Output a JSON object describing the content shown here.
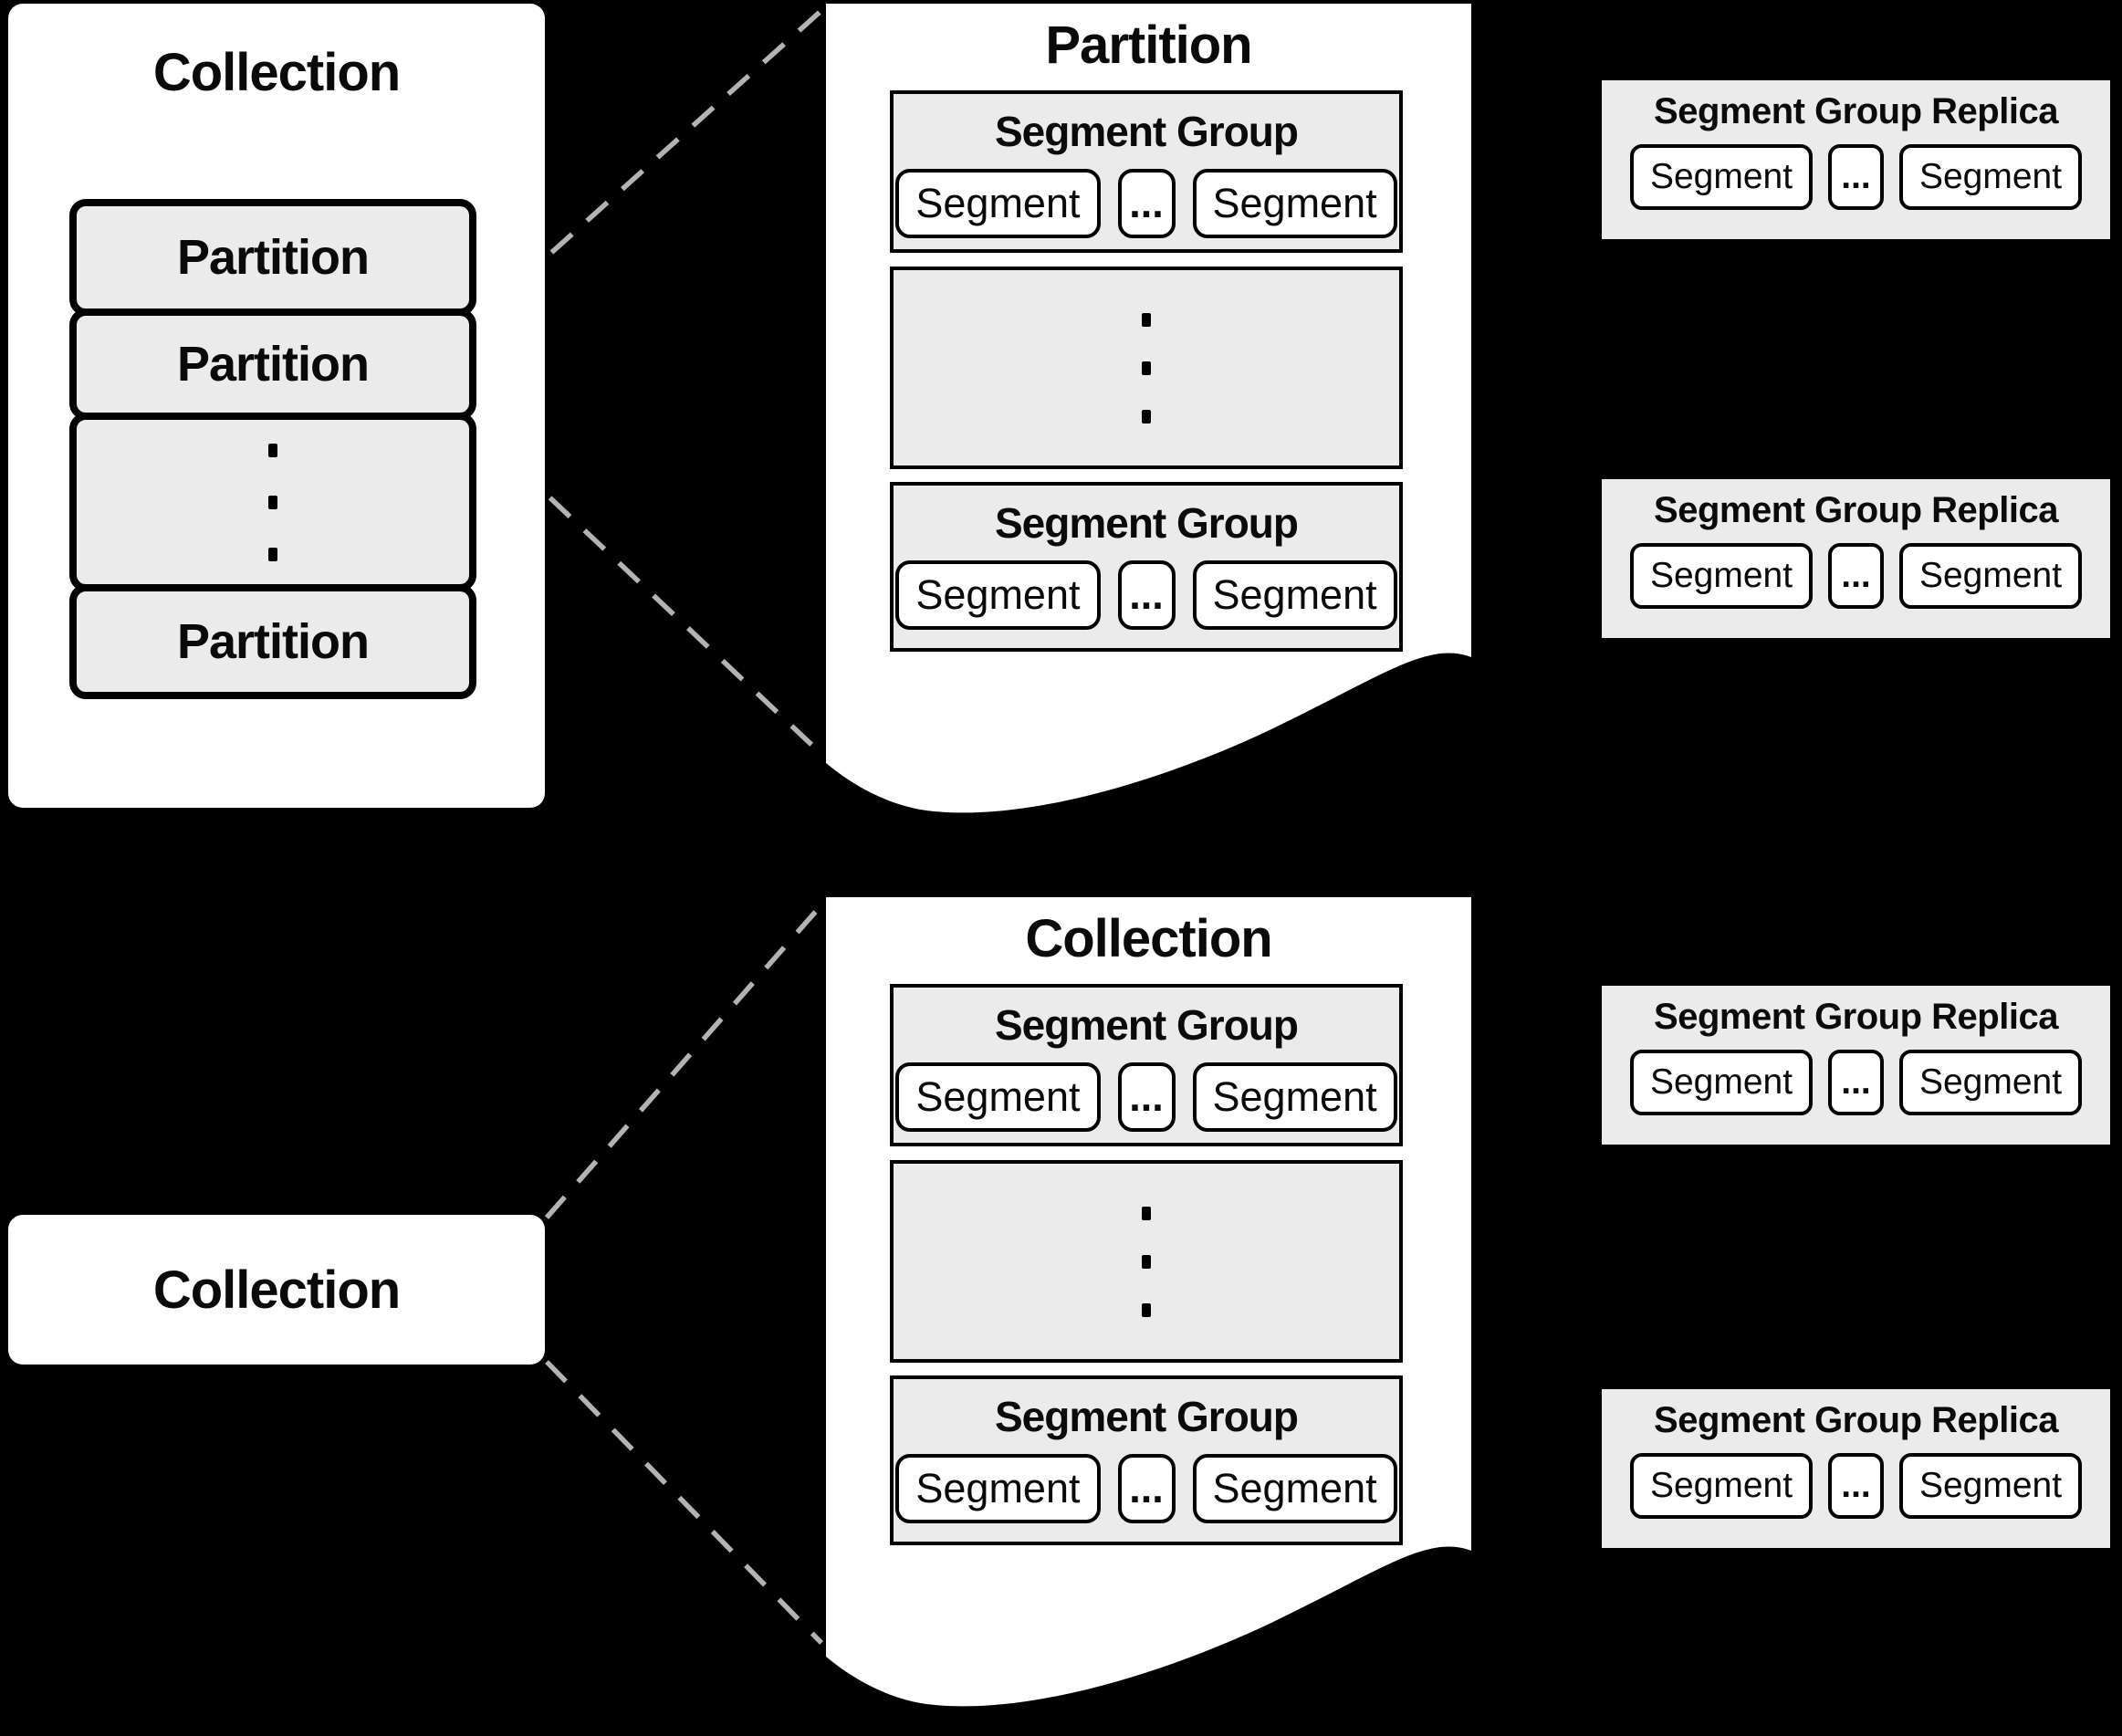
{
  "colors": {
    "background": "#000000",
    "panel_fill": "#ffffff",
    "box_fill": "#ebebeb",
    "border": "#000000",
    "connector": "#b3b3b3"
  },
  "top_section": {
    "collection_panel": {
      "title": "Collection",
      "partitions": [
        "Partition",
        "Partition",
        "Partition"
      ],
      "vertical_ellipsis": "⋮"
    },
    "partition_panel": {
      "title": "Partition",
      "vertical_ellipsis": "⋮",
      "segment_groups": [
        {
          "title": "Segment Group",
          "segments": [
            "Segment",
            "Segment"
          ],
          "ellipsis": "..."
        },
        {
          "title": "Segment Group",
          "segments": [
            "Segment",
            "Segment"
          ],
          "ellipsis": "..."
        }
      ]
    },
    "replicas": [
      {
        "title": "Segment Group Replica",
        "segments": [
          "Segment",
          "Segment"
        ],
        "ellipsis": "..."
      },
      {
        "title": "Segment Group Replica",
        "segments": [
          "Segment",
          "Segment"
        ],
        "ellipsis": "..."
      }
    ]
  },
  "bottom_section": {
    "collection_box": {
      "title": "Collection"
    },
    "collection_panel": {
      "title": "Collection",
      "vertical_ellipsis": "⋮",
      "segment_groups": [
        {
          "title": "Segment Group",
          "segments": [
            "Segment",
            "Segment"
          ],
          "ellipsis": "..."
        },
        {
          "title": "Segment Group",
          "segments": [
            "Segment",
            "Segment"
          ],
          "ellipsis": "..."
        }
      ]
    },
    "replicas": [
      {
        "title": "Segment Group Replica",
        "segments": [
          "Segment",
          "Segment"
        ],
        "ellipsis": "..."
      },
      {
        "title": "Segment Group Replica",
        "segments": [
          "Segment",
          "Segment"
        ],
        "ellipsis": "..."
      }
    ]
  }
}
